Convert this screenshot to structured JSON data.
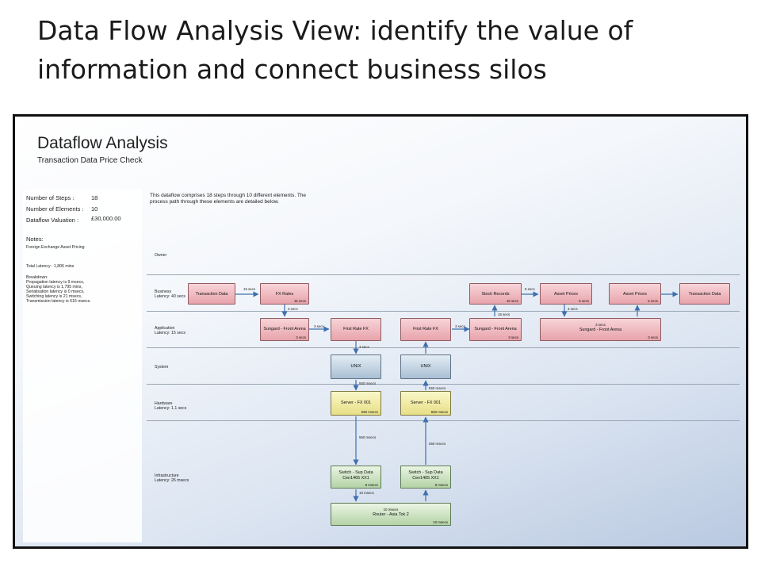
{
  "slide_title": "Data Flow Analysis View: identify the value of information and connect business silos",
  "diagram": {
    "title": "Dataflow Analysis",
    "subtitle": "Transaction Data Price Check",
    "stats": [
      {
        "label": "Number of Steps :",
        "value": "18"
      },
      {
        "label": "Number of Elements :",
        "value": "10"
      },
      {
        "label": "Dataflow Valuation :",
        "value": "£30,000.00"
      }
    ],
    "notes_heading": "Notes:",
    "notes_text": "Foreign Exchange Asset Pricing",
    "total_latency": "Total Latency : 1,806 mins",
    "breakdown": [
      "Breakdown:",
      "Propagation latency is 9 msecs,",
      "Queuing latency is 1,795 mins,",
      "Serialisation latency is 0 msecs,",
      "Switching latency is 21 msecs,",
      "Transmission latency is 616 msecs."
    ],
    "description": "This dataflow comprises 18 steps through 10 different elements.  The process path through these elements are detailed below.",
    "lanes": [
      {
        "name": "Owner",
        "latency": ""
      },
      {
        "name": "Business",
        "latency": "Latency: 40 secs"
      },
      {
        "name": "Application",
        "latency": "Latency: 15 secs"
      },
      {
        "name": "System",
        "latency": ""
      },
      {
        "name": "Hardware",
        "latency": "Latency: 1.1 secs"
      },
      {
        "name": "Infrastructure",
        "latency": "Latency: 26 msecs"
      }
    ],
    "nodes": {
      "b_trans1": {
        "label": "Transaction Data",
        "badge": ""
      },
      "b_fxrates": {
        "label": "FX Rates",
        "badge": "15 secs"
      },
      "b_stock": {
        "label": "Stock Records",
        "badge": "15 secs"
      },
      "b_asset1": {
        "label": "Asset Prices",
        "badge": "5 secs"
      },
      "b_asset2": {
        "label": "Asset Prices",
        "badge": "5 secs"
      },
      "b_trans2": {
        "label": "Transaction Data",
        "badge": ""
      },
      "a_sung1": {
        "label": "Sungard - Front Arena",
        "badge": "3 secs"
      },
      "a_frfx1": {
        "label": "First Rate FX",
        "badge": ""
      },
      "a_frfx2": {
        "label": "First Rate FX",
        "badge": ""
      },
      "a_sung2": {
        "label": "Sungard - Front Arena",
        "badge": "3 secs"
      },
      "a_sung3": {
        "top": "3 secs",
        "label": "Sungard - Front Arena",
        "badge": "3 secs"
      },
      "s_unix1": {
        "label": "UNIX",
        "badge": ""
      },
      "s_unix2": {
        "label": "UNIX",
        "badge": ""
      },
      "h_srv1": {
        "label": "Server - FX 001",
        "badge": "550 msecs"
      },
      "h_srv2": {
        "label": "Server - FX 001",
        "badge": "550 msecs"
      },
      "i_sw1": {
        "label": "Switch - Sup Data",
        "label2": "Cen1465 XX1",
        "badge": "8 msecs"
      },
      "i_sw2": {
        "label": "Switch - Sup Data",
        "label2": "Cen1465 XX1",
        "badge": "8 msecs"
      },
      "i_router": {
        "top": "10 msecs",
        "label": "Router - Asia Tok 2",
        "badge": "10 msecs"
      }
    },
    "edge_labels": {
      "e1": "15 secs",
      "e2": "3 secs",
      "e3": "3 secs",
      "e4": "3 secs",
      "e5": "550 msecs",
      "e6": "550 msecs",
      "e7": "10 msecs",
      "e8": "550 msecs",
      "e9": "550 msecs",
      "e10": "3 secs",
      "e11": "15 secs",
      "e12": "5 secs",
      "e13": "3 secs"
    }
  }
}
